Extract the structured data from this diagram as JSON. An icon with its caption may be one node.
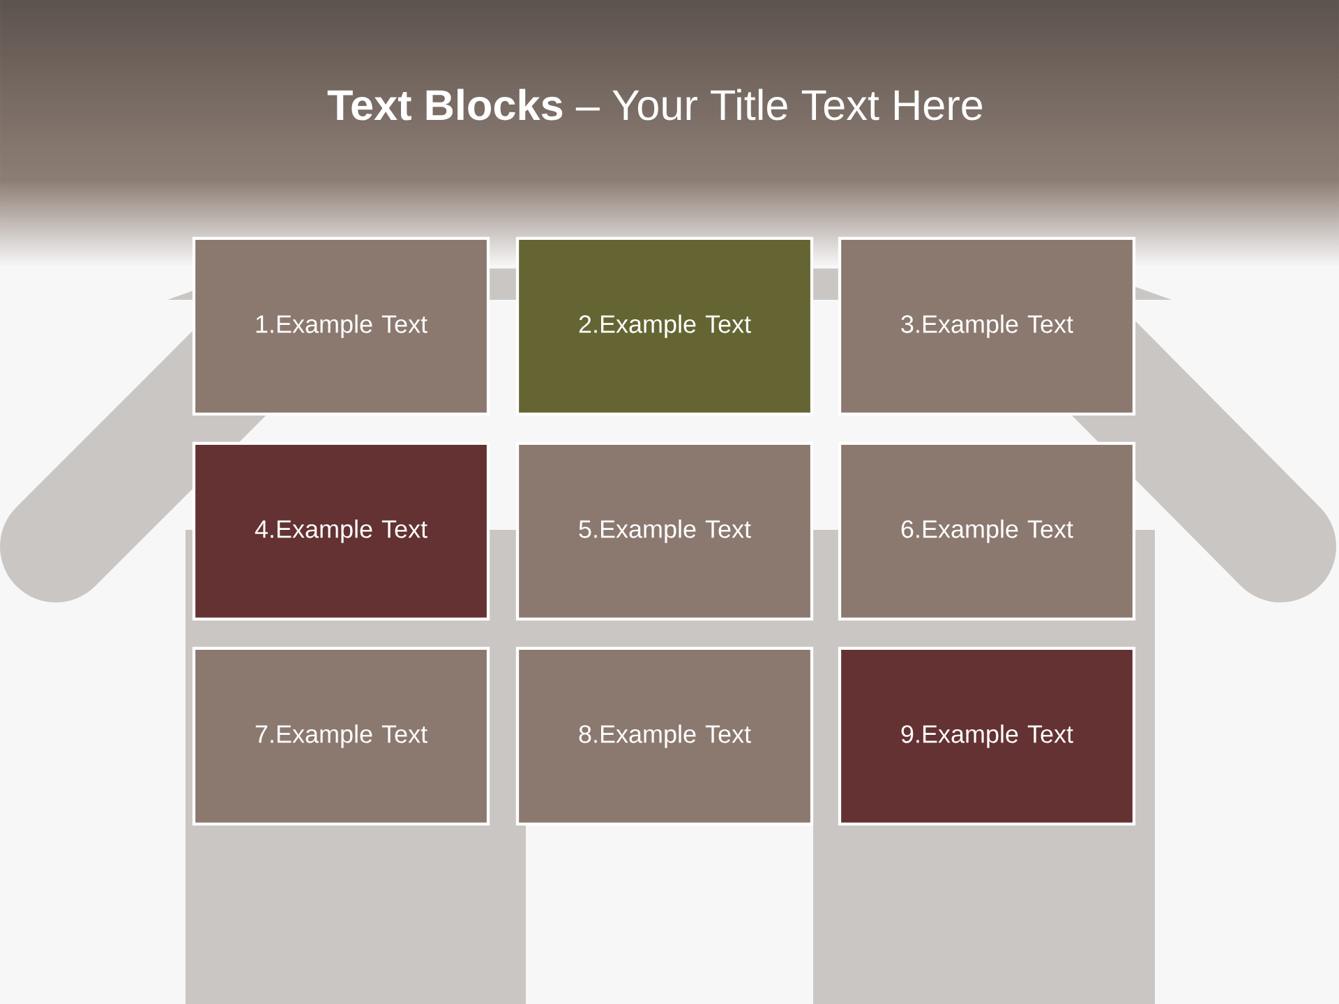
{
  "diagram": {
    "title": "**Text Blocks** – Your Title Text Here",
    "nodes": [
      {
        "text": [
          "1.Example Text"
        ]
      },
      {
        "text": [
          "2.Example Text"
        ]
      },
      {
        "text": [
          "3.Example Text"
        ]
      },
      {
        "text": [
          "4.Example Text"
        ]
      },
      {
        "text": [
          "5.Example Text"
        ]
      },
      {
        "text": [
          "6.Example Text"
        ]
      },
      {
        "text": [
          "7.Example Text"
        ]
      },
      {
        "text": [
          "8.Example Text"
        ]
      },
      {
        "text": [
          "9.Example Text"
        ]
      }
    ]
  }
}
